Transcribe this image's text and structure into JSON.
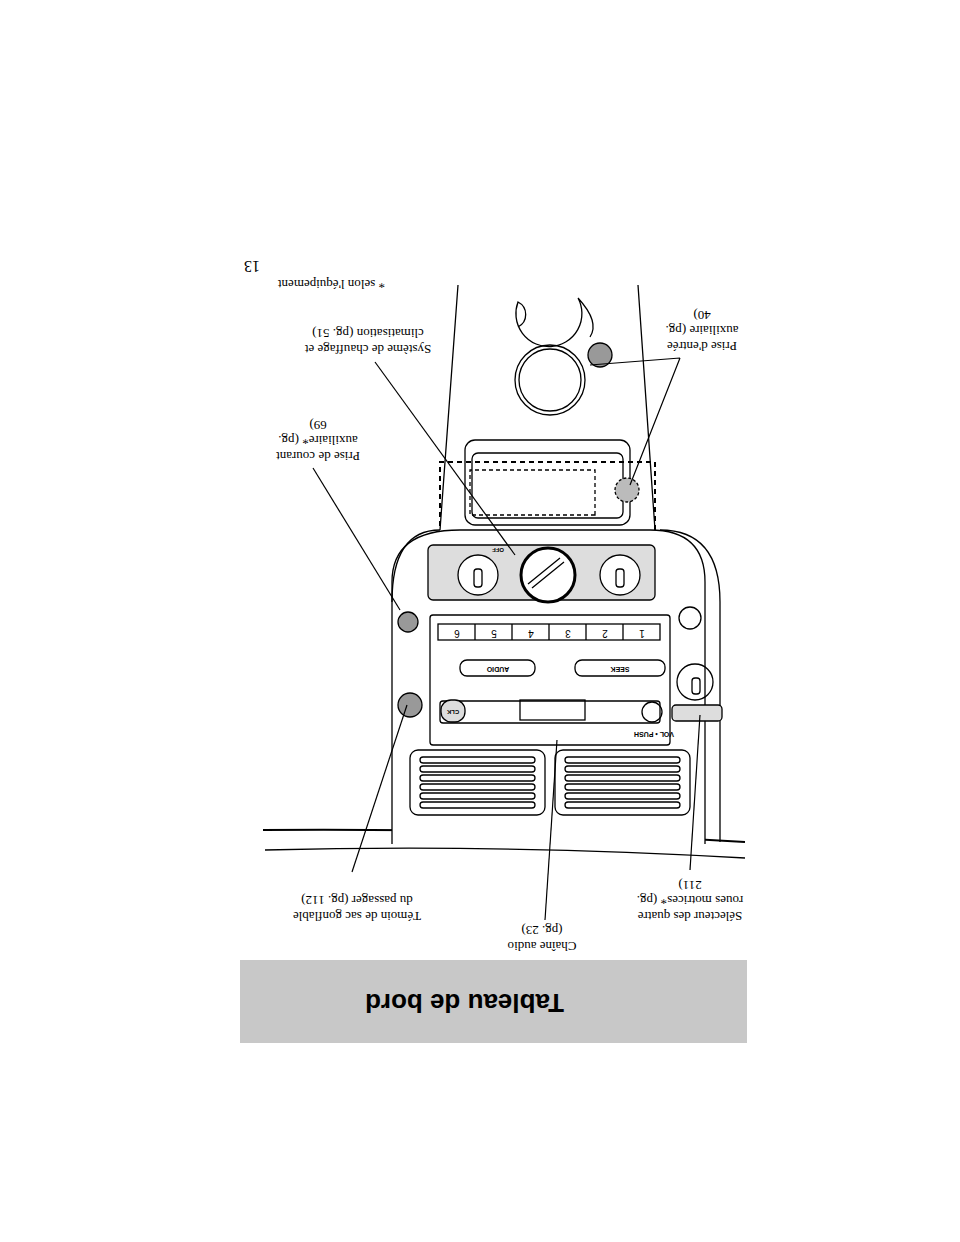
{
  "diagram": {
    "title": "Tableau de bord",
    "labels": [
      "Sélecteur des quatre roues motrices* (pg. 211)",
      "Chaîne audio (pg. 23)",
      "Témoin de sac gonflable du passager (pg. 112)",
      "Prise de courant auxiliaire* (pg. 69)",
      "Système de chauffage et climatisation (pg. 51)",
      "Prise d'entrée auxiliaire (pg. 40)",
      "* selon l'équipement",
      "13",
      "VOL • PUSH",
      "SEEK",
      "AUDIO",
      "1",
      "2",
      "3",
      "4",
      "5",
      "6",
      "CLK",
      "OFF"
    ]
  }
}
